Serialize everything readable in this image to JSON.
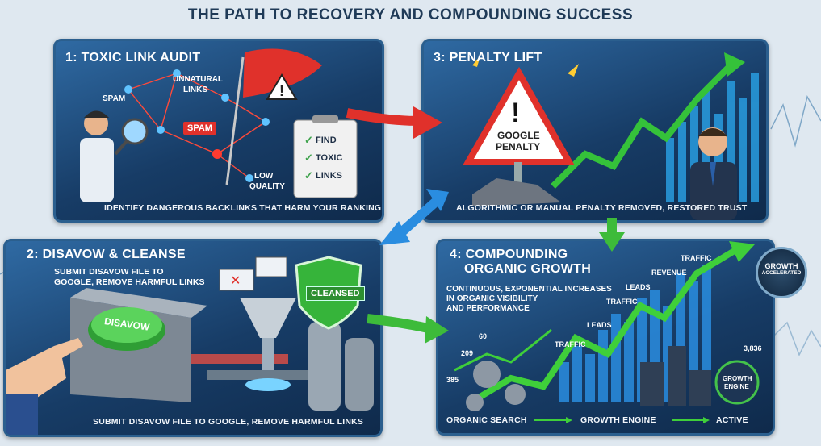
{
  "title": "THE PATH TO RECOVERY AND COMPOUNDING SUCCESS",
  "panels": {
    "audit": {
      "heading": "1: TOXIC LINK AUDIT",
      "caption": "IDENTIFY DANGEROUS BACKLINKS THAT HARM YOUR RANKING",
      "labels": {
        "spam": "SPAM",
        "unnatural": "UNNATURAL",
        "links": "LINKS",
        "spam_tag": "SPAM",
        "low": "LOW",
        "quality": "QUALITY"
      },
      "checklist": [
        "FIND",
        "TOXIC",
        "LINKS"
      ]
    },
    "penalty": {
      "heading": "3: PENALTY LIFT",
      "sign_line1": "GOOGLE",
      "sign_line2": "PENALTY",
      "caption": "ALGORITHMIC OR MANUAL PENALTY REMOVED, RESTORED TRUST"
    },
    "disavow": {
      "heading": "2: DISAVOW & CLEANSE",
      "subtext_line1": "SUBMIT DISAVOW FILE TO",
      "subtext_line2": "GOOGLE, REMOVE HARMFUL LINKS",
      "button_label": "DISAVOW",
      "shield_label": "CLEANSED",
      "caption": "SUBMIT DISAVOW FILE TO GOOGLE, REMOVE HARMFUL LINKS"
    },
    "growth": {
      "heading_line1": "4: COMPOUNDING",
      "heading_line2": "ORGANIC GROWTH",
      "subtext_line1": "CONTINUOUS, EXPONENTIAL INCREASES",
      "subtext_line2": "IN ORGANIC VISIBILITY",
      "subtext_line3": "AND PERFORMANCE",
      "labels": {
        "traffic_top": "TRAFFIC",
        "revenue": "REVENUE",
        "leads_top": "LEADS",
        "traffic_mid": "TRAFFIC",
        "leads_mid": "LEADS",
        "traffic_low": "TRAFFIC",
        "n60": "60",
        "n209": "209",
        "n385": "385",
        "n3836": "3,836"
      },
      "engine_line1": "GROWTH",
      "engine_line2": "ENGINE",
      "footer": {
        "left": "ORGANIC SEARCH",
        "middle": "GROWTH ENGINE",
        "right": "ACTIVE"
      }
    }
  },
  "badge": {
    "line1": "GROWTH",
    "line2": "ACCELERATED"
  },
  "colors": {
    "panel": "#1c4573",
    "red": "#e0312b",
    "green": "#3dbb3a",
    "blue": "#2a8de0"
  }
}
